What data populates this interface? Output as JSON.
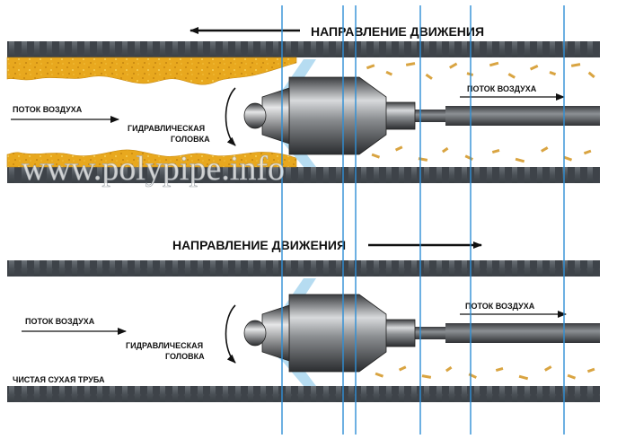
{
  "top": {
    "direction_label": "НАПРАВЛЕНИЕ ДВИЖЕНИЯ",
    "airflow_left": "ПОТОК ВОЗДУХА",
    "airflow_right": "ПОТОК ВОЗДУХА",
    "head_label_line1": "ГИДРАВЛИЧЕСКАЯ",
    "head_label_line2": "ГОЛОВКА"
  },
  "bottom": {
    "direction_label": "НАПРАВЛЕНИЕ ДВИЖЕНИЯ",
    "airflow_left": "ПОТОК ВОЗДУХА",
    "airflow_right": "ПОТОК ВОЗДУХА",
    "head_label_line1": "ГИДРАВЛИЧЕСКАЯ",
    "head_label_line2": "ГОЛОВКА",
    "clean_pipe_label": "ЧИСТАЯ СУХАЯ ТРУБА"
  },
  "watermark": "www.polypipe.info",
  "colors": {
    "pipe_wall": "#555b61",
    "deposit": "#e2a31c",
    "guide_line": "#2f8fd6",
    "water_jet": "#a9d6ef"
  }
}
